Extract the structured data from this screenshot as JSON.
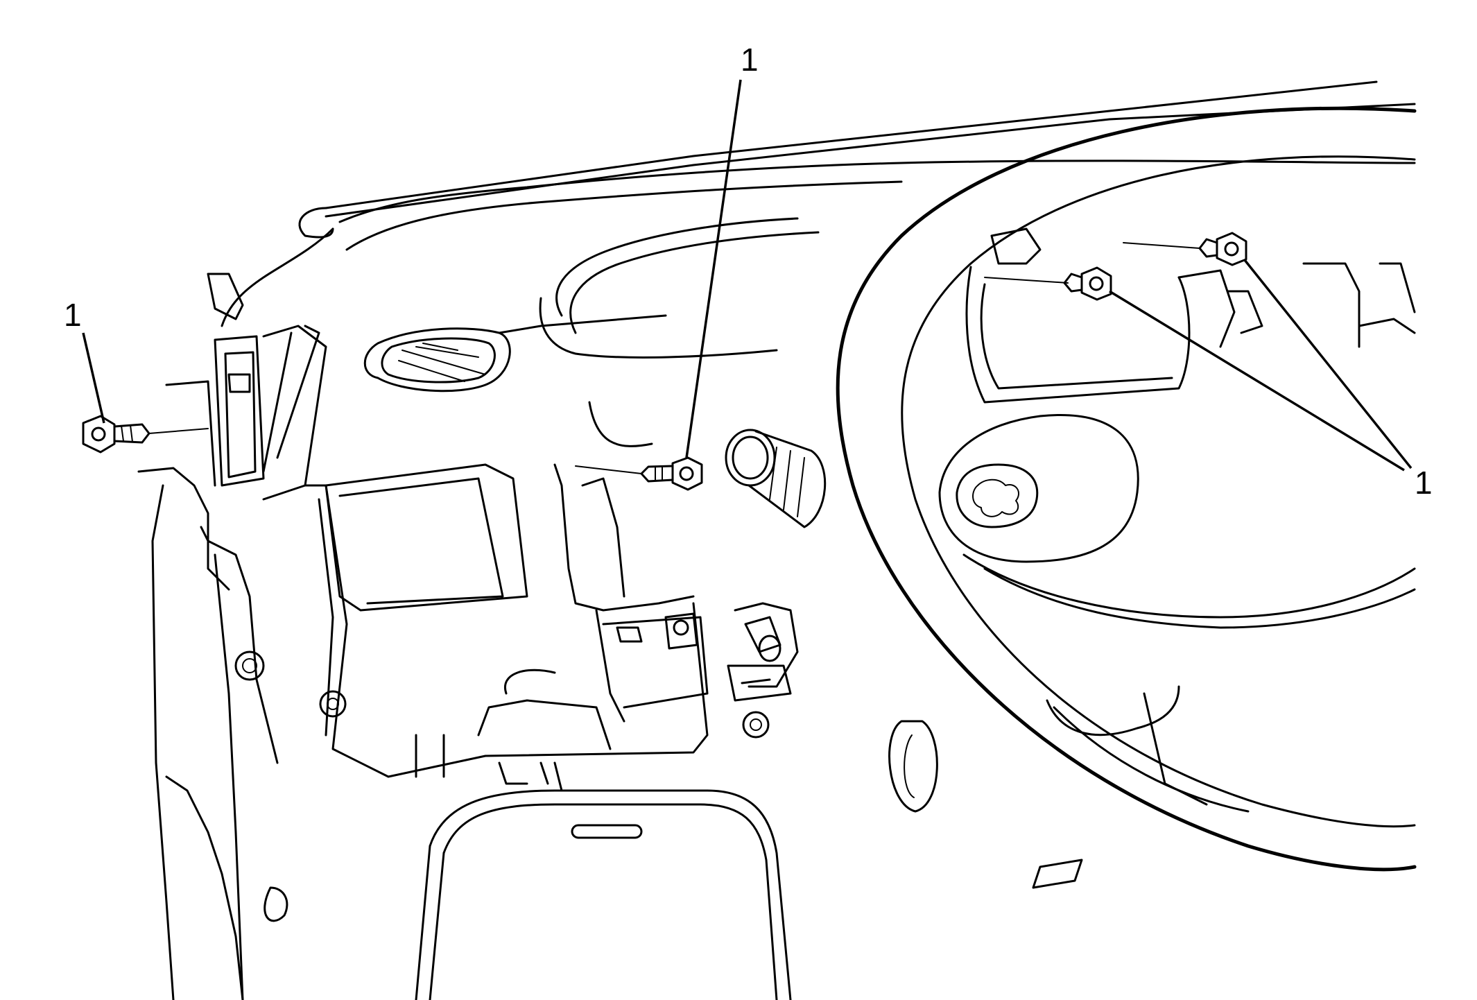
{
  "callouts": [
    {
      "id": "left-bolt",
      "label": "1"
    },
    {
      "id": "center-bolt",
      "label": "1"
    },
    {
      "id": "steering-bolts",
      "label": "1"
    }
  ],
  "colors": {
    "line": "#000000",
    "background": "#ffffff"
  }
}
